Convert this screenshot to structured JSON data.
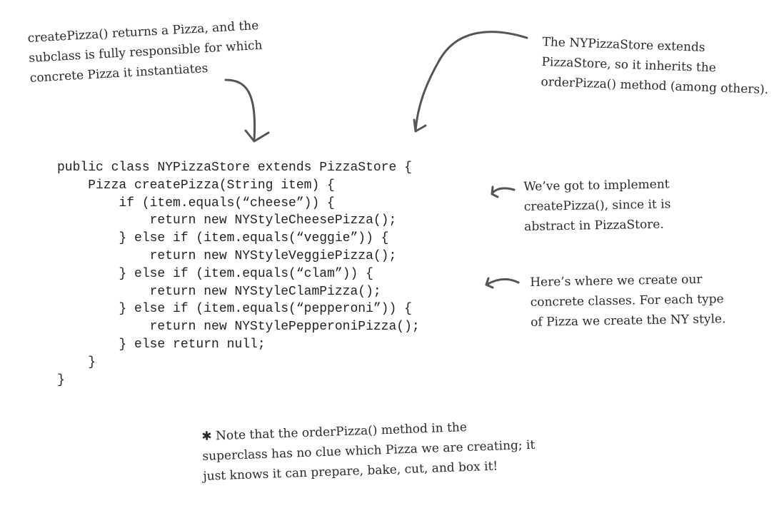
{
  "annotations": {
    "create_pizza": [
      "createPizza() returns a Pizza, and the",
      "subclass is fully responsible for which",
      "concrete Pizza it instantiates"
    ],
    "extends": [
      "The NYPizzaStore extends",
      "PizzaStore, so it inherits the",
      "orderPizza() method (among others)."
    ],
    "implement": [
      "We’ve got to implement",
      "createPizza(), since it is",
      "abstract in PizzaStore."
    ],
    "concrete_classes": [
      "Here’s where we create our",
      "concrete classes.  For each type",
      "of Pizza we create the NY style."
    ],
    "footnote": [
      "✱ Note that the orderPizza() method in the",
      "superclass has no clue which Pizza we are creating; it",
      "just knows it can prepare, bake, cut, and box it!"
    ]
  },
  "code": [
    "public class NYPizzaStore extends PizzaStore {",
    "    Pizza createPizza(String item) {",
    "        if (item.equals(“cheese”)) {",
    "            return new NYStyleCheesePizza();",
    "        } else if (item.equals(“veggie”)) {",
    "            return new NYStyleVeggiePizza();",
    "        } else if (item.equals(“clam”)) {",
    "            return new NYStyleClamPizza();",
    "        } else if (item.equals(“pepperoni”)) {",
    "            return new NYStylePepperoniPizza();",
    "        } else return null;",
    "    }",
    "}"
  ]
}
